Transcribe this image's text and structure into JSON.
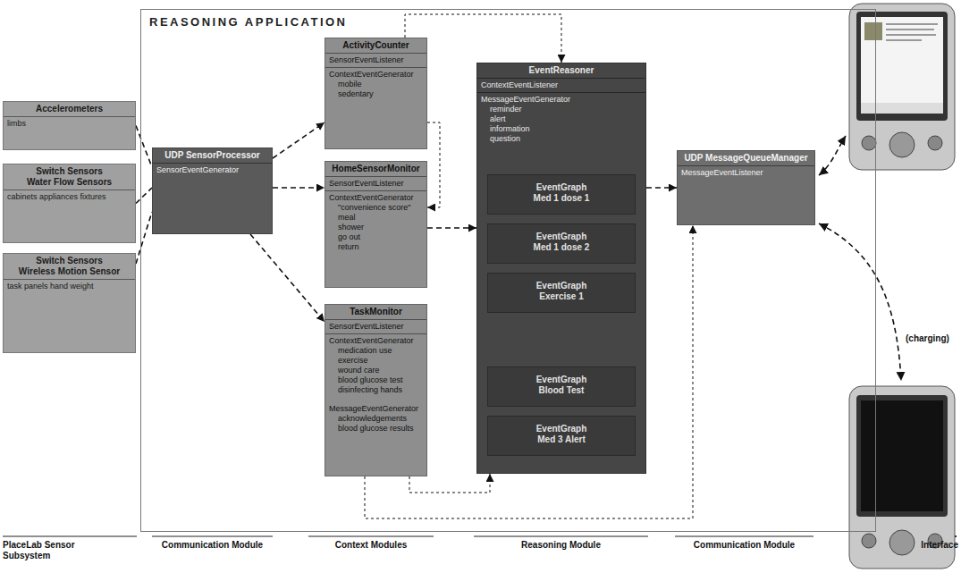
{
  "diagram": {
    "nodes": [
      {
        "text": [
          "REASONING APPLICATION"
        ]
      },
      {
        "text": [
          "Accelerometers",
          "limbs"
        ]
      },
      {
        "text": [
          "Switch Sensors",
          "Water Flow Sensors",
          "cabinets appliances fixtures"
        ]
      },
      {
        "text": [
          "Switch Sensors",
          "Wireless Motion Sensor",
          "task panels hand weight"
        ]
      },
      {
        "text": [
          "UDP SensorProcessor",
          "SensorEventGenerator"
        ],
        "in": 0
      },
      {
        "text": [
          "ActivityCounter",
          "SensorEventListener",
          "ContextEventGenerator",
          "mobile",
          "sedentary"
        ],
        "in": 0
      },
      {
        "text": [
          "HomeSensorMonitor",
          "SensorEventListener",
          "ContextEventGenerator",
          "\"convenience score\"",
          "meal",
          "shower",
          "go out",
          "return"
        ],
        "in": 0
      },
      {
        "text": [
          "TaskMonitor",
          "SensorEventListener",
          "ContextEventGenerator",
          "medication use",
          "exercise",
          "wound care",
          "blood glucose test",
          "disinfecting hands",
          "MessageEventGenerator",
          "acknowledgements",
          "blood glucose results"
        ],
        "in": 0
      },
      {
        "text": [
          "EventReasoner",
          "ContextEventListener",
          "MessageEventGenerator",
          "reminder",
          "alert",
          "information",
          "question"
        ],
        "in": 0
      },
      {
        "text": [
          "EventGraph",
          "Med 1 dose 1"
        ],
        "in": 8
      },
      {
        "text": [
          "EventGraph",
          "Med 1 dose 2"
        ],
        "in": 8
      },
      {
        "text": [
          "EventGraph",
          "Exercise 1"
        ],
        "in": 8
      },
      {
        "text": [
          "EventGraph",
          "Blood Test"
        ],
        "in": 8
      },
      {
        "text": [
          "EventGraph",
          "Med 3 Alert"
        ],
        "in": 8
      },
      {
        "text": [
          "UDP MessageQueueManager",
          "MessageEventListener"
        ],
        "in": 0
      }
    ],
    "edges": [
      {
        "from": 1,
        "to": 4,
        "arrow": "none"
      },
      {
        "from": 2,
        "to": 4,
        "arrow": "none"
      },
      {
        "from": 3,
        "to": 4,
        "arrow": "none"
      },
      {
        "from": 4,
        "to": 5,
        "arrow": "to"
      },
      {
        "from": 4,
        "to": 6,
        "arrow": "to"
      },
      {
        "from": 4,
        "to": 7,
        "arrow": "to"
      },
      {
        "from": 5,
        "to": 8,
        "arrow": "to"
      },
      {
        "from": 5,
        "to": 6,
        "arrow": "to"
      },
      {
        "from": 6,
        "to": 8,
        "arrow": "to"
      },
      {
        "from": 7,
        "to": 8,
        "arrow": "to"
      },
      {
        "from": 7,
        "to": 14,
        "arrow": "to"
      },
      {
        "from": 8,
        "to": 14,
        "arrow": "to"
      }
    ],
    "labels": [
      "PlaceLab Sensor Subsystem",
      "Communication Module",
      "Context Modules",
      "Reasoning Module",
      "Communication Module",
      "Interface",
      "(charging)"
    ]
  }
}
